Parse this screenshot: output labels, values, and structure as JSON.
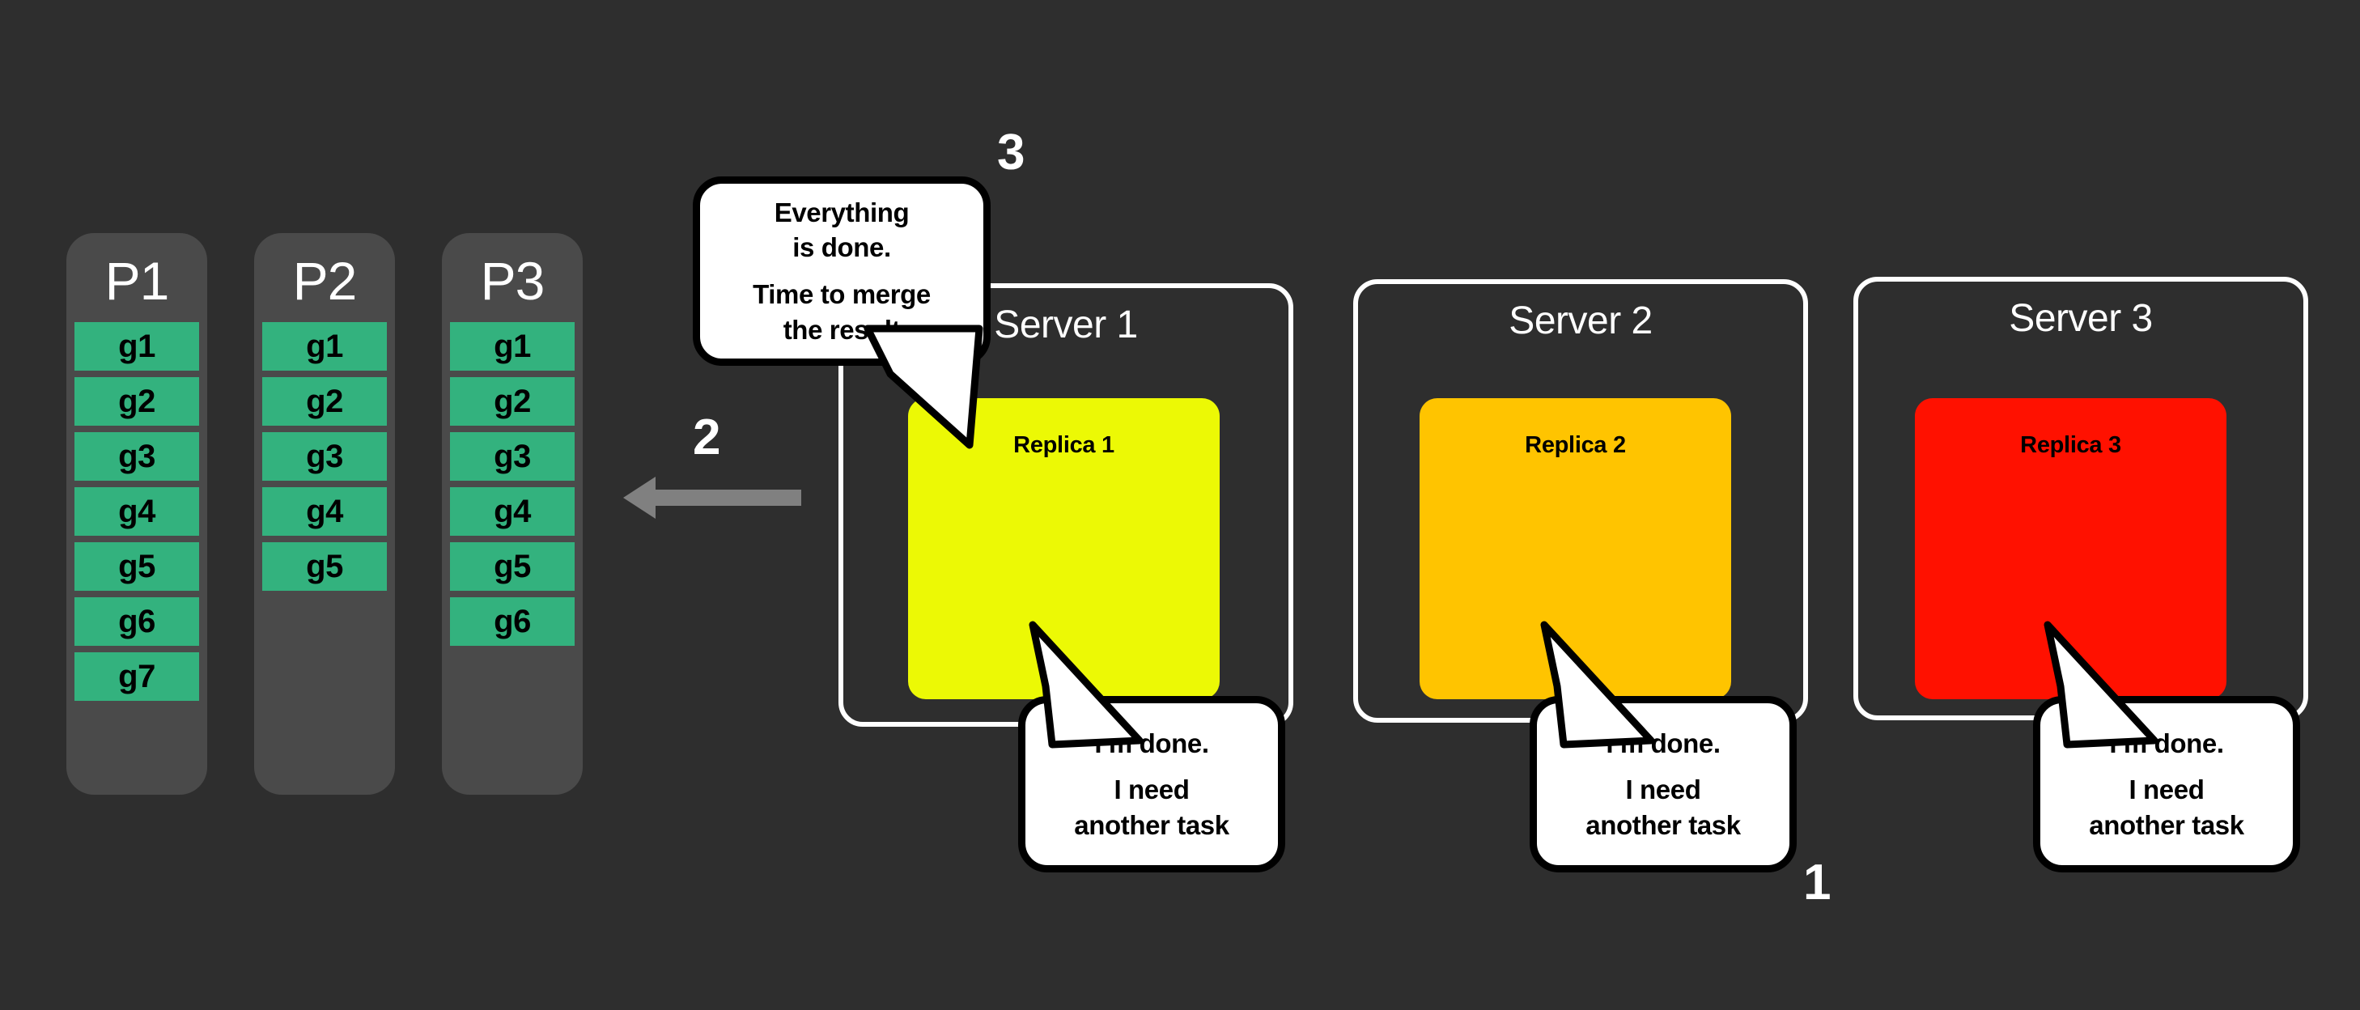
{
  "colors": {
    "background": "#2e2e2e",
    "partition_bg": "#4a4a4a",
    "group_green": "#33b27e",
    "replica_1": "#ecf905",
    "replica_2": "#ffc400",
    "replica_3": "#ff1100",
    "server_border": "#ffffff",
    "bubble_fill": "#ffffff",
    "bubble_stroke": "#000000",
    "arrow": "#808080",
    "text_light": "#ffffff",
    "text_dark": "#000000"
  },
  "partitions": [
    {
      "title": "P1",
      "groups": [
        "g1",
        "g2",
        "g3",
        "g4",
        "g5",
        "g6",
        "g7"
      ]
    },
    {
      "title": "P2",
      "groups": [
        "g1",
        "g2",
        "g3",
        "g4",
        "g5"
      ]
    },
    {
      "title": "P3",
      "groups": [
        "g1",
        "g2",
        "g3",
        "g4",
        "g5",
        "g6"
      ]
    }
  ],
  "servers": [
    {
      "title": "Server 1",
      "replica_label": "Replica 1",
      "replica_color": "#ecf905",
      "bubble": {
        "line1": "I’m done.",
        "line2": "I need",
        "line3": "another task"
      }
    },
    {
      "title": "Server 2",
      "replica_label": "Replica 2",
      "replica_color": "#ffc400",
      "bubble": {
        "line1": "I’m done.",
        "line2": "I need",
        "line3": "another task"
      }
    },
    {
      "title": "Server 3",
      "replica_label": "Replica 3",
      "replica_color": "#ff1100",
      "bubble": {
        "line1": "I’m done.",
        "line2": "I need",
        "line3": "another task"
      }
    }
  ],
  "merge_bubble": {
    "line1": "Everything",
    "line2": "is done.",
    "line3": "Time to merge",
    "line4": "the result"
  },
  "steps": {
    "one": "1",
    "two": "2",
    "three": "3"
  },
  "arrow": {
    "direction": "left",
    "label": "merge-arrow"
  }
}
